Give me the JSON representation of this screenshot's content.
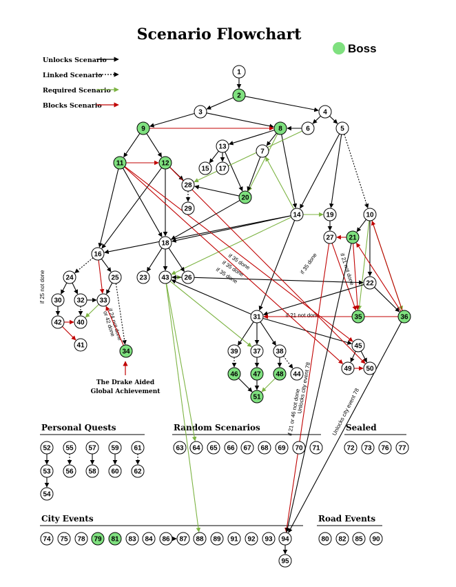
{
  "title": "Scenario Flowchart",
  "boss_legend": "Boss",
  "colors": {
    "black": "#000000",
    "green": "#7cb342",
    "red": "#c00000",
    "boss": "#7fe07f"
  },
  "legend": [
    {
      "label": "Unlocks Scenario",
      "style": "black"
    },
    {
      "label": "Linked Scenario",
      "style": "dotted"
    },
    {
      "label": "Required Scenario",
      "style": "green"
    },
    {
      "label": "Blocks Scenario",
      "style": "red"
    }
  ],
  "sections": {
    "personal_quests": "Personal Quests",
    "random_scenarios": "Random Scenarios",
    "sealed": "Sealed",
    "city_events": "City Events",
    "road_events": "Road Events"
  },
  "note": [
    "The Drake Aided",
    "Global Achievement"
  ],
  "edge_labels": [
    "if 35 done",
    "if 35 done",
    "if 35 done",
    "if 35 done",
    "if 21 not done",
    "if 21 not done",
    "if 25 not done",
    "if 24 not done",
    "or 42 done",
    "if 21 or 46 not done",
    "Unlocks city event  78",
    "Unlocks city event  78"
  ],
  "nodes": [
    {
      "id": "1",
      "boss": false
    },
    {
      "id": "2",
      "boss": true
    },
    {
      "id": "3",
      "boss": false
    },
    {
      "id": "4",
      "boss": false
    },
    {
      "id": "5",
      "boss": false
    },
    {
      "id": "6",
      "boss": false
    },
    {
      "id": "7",
      "boss": false
    },
    {
      "id": "8",
      "boss": true
    },
    {
      "id": "9",
      "boss": true
    },
    {
      "id": "10",
      "boss": false
    },
    {
      "id": "11",
      "boss": true
    },
    {
      "id": "12",
      "boss": true
    },
    {
      "id": "13",
      "boss": false
    },
    {
      "id": "14",
      "boss": false
    },
    {
      "id": "15",
      "boss": false
    },
    {
      "id": "16",
      "boss": false
    },
    {
      "id": "17",
      "boss": false
    },
    {
      "id": "18",
      "boss": false
    },
    {
      "id": "19",
      "boss": false
    },
    {
      "id": "20",
      "boss": true
    },
    {
      "id": "21",
      "boss": true
    },
    {
      "id": "22",
      "boss": false
    },
    {
      "id": "23",
      "boss": false
    },
    {
      "id": "24",
      "boss": false
    },
    {
      "id": "25",
      "boss": false
    },
    {
      "id": "26",
      "boss": false
    },
    {
      "id": "27",
      "boss": false
    },
    {
      "id": "28",
      "boss": false
    },
    {
      "id": "29",
      "boss": false
    },
    {
      "id": "30",
      "boss": false
    },
    {
      "id": "31",
      "boss": false
    },
    {
      "id": "32",
      "boss": false
    },
    {
      "id": "33",
      "boss": false
    },
    {
      "id": "34",
      "boss": true
    },
    {
      "id": "35",
      "boss": true
    },
    {
      "id": "36",
      "boss": true
    },
    {
      "id": "37",
      "boss": false
    },
    {
      "id": "38",
      "boss": false
    },
    {
      "id": "39",
      "boss": false
    },
    {
      "id": "40",
      "boss": false
    },
    {
      "id": "41",
      "boss": false
    },
    {
      "id": "42",
      "boss": false
    },
    {
      "id": "43",
      "boss": false
    },
    {
      "id": "44",
      "boss": false
    },
    {
      "id": "45",
      "boss": false
    },
    {
      "id": "46",
      "boss": true
    },
    {
      "id": "47",
      "boss": true
    },
    {
      "id": "48",
      "boss": true
    },
    {
      "id": "49",
      "boss": false
    },
    {
      "id": "50",
      "boss": false
    },
    {
      "id": "51",
      "boss": true
    },
    {
      "id": "52",
      "boss": false
    },
    {
      "id": "53",
      "boss": false
    },
    {
      "id": "54",
      "boss": false
    },
    {
      "id": "55",
      "boss": false
    },
    {
      "id": "56",
      "boss": false
    },
    {
      "id": "57",
      "boss": false
    },
    {
      "id": "58",
      "boss": false
    },
    {
      "id": "59",
      "boss": false
    },
    {
      "id": "60",
      "boss": false
    },
    {
      "id": "61",
      "boss": false
    },
    {
      "id": "62",
      "boss": false
    },
    {
      "id": "63",
      "boss": false
    },
    {
      "id": "64",
      "boss": false
    },
    {
      "id": "65",
      "boss": false
    },
    {
      "id": "66",
      "boss": false
    },
    {
      "id": "67",
      "boss": false
    },
    {
      "id": "68",
      "boss": false
    },
    {
      "id": "69",
      "boss": false
    },
    {
      "id": "70",
      "boss": false
    },
    {
      "id": "71",
      "boss": false
    },
    {
      "id": "72",
      "boss": false
    },
    {
      "id": "73",
      "boss": false
    },
    {
      "id": "76",
      "boss": false
    },
    {
      "id": "77",
      "boss": false
    },
    {
      "id": "74",
      "boss": false
    },
    {
      "id": "75",
      "boss": false
    },
    {
      "id": "78",
      "boss": false
    },
    {
      "id": "79",
      "boss": true
    },
    {
      "id": "81",
      "boss": true
    },
    {
      "id": "83",
      "boss": false
    },
    {
      "id": "84",
      "boss": false
    },
    {
      "id": "86",
      "boss": false
    },
    {
      "id": "87",
      "boss": false
    },
    {
      "id": "88",
      "boss": false
    },
    {
      "id": "89",
      "boss": false
    },
    {
      "id": "91",
      "boss": false
    },
    {
      "id": "92",
      "boss": false
    },
    {
      "id": "93",
      "boss": false
    },
    {
      "id": "94",
      "boss": false
    },
    {
      "id": "95",
      "boss": false
    },
    {
      "id": "80",
      "boss": false
    },
    {
      "id": "82",
      "boss": false
    },
    {
      "id": "85",
      "boss": false
    },
    {
      "id": "90",
      "boss": false
    }
  ],
  "edges": [
    {
      "from": "1",
      "to": "2",
      "type": "black"
    },
    {
      "from": "2",
      "to": "3",
      "type": "black"
    },
    {
      "from": "2",
      "to": "4",
      "type": "black"
    },
    {
      "from": "3",
      "to": "9",
      "type": "black"
    },
    {
      "from": "3",
      "to": "8",
      "type": "black"
    },
    {
      "from": "9",
      "to": "8",
      "type": "red"
    },
    {
      "from": "9",
      "to": "11",
      "type": "black"
    },
    {
      "from": "9",
      "to": "12",
      "type": "black"
    },
    {
      "from": "11",
      "to": "12",
      "type": "red"
    },
    {
      "from": "4",
      "to": "6",
      "type": "black"
    },
    {
      "from": "4",
      "to": "5",
      "type": "black"
    },
    {
      "from": "6",
      "to": "8",
      "type": "black"
    },
    {
      "from": "8",
      "to": "13",
      "type": "black"
    },
    {
      "from": "8",
      "to": "7",
      "type": "black"
    },
    {
      "from": "8",
      "to": "20",
      "type": "green"
    },
    {
      "from": "8",
      "to": "14",
      "type": "black"
    },
    {
      "from": "13",
      "to": "15",
      "type": "black"
    },
    {
      "from": "13",
      "to": "17",
      "type": "black"
    },
    {
      "from": "13",
      "to": "20",
      "type": "black"
    },
    {
      "from": "7",
      "to": "20",
      "type": "black"
    },
    {
      "from": "20",
      "to": "28",
      "type": "black"
    },
    {
      "from": "6",
      "to": "28",
      "type": "green"
    },
    {
      "from": "12",
      "to": "28",
      "type": "black"
    },
    {
      "from": "28",
      "to": "29",
      "type": "dotted"
    },
    {
      "from": "20",
      "to": "18",
      "type": "black"
    },
    {
      "from": "12",
      "to": "18",
      "type": "black"
    },
    {
      "from": "12",
      "to": "16",
      "type": "black"
    },
    {
      "from": "11",
      "to": "16",
      "type": "black"
    },
    {
      "from": "11",
      "to": "18",
      "type": "black"
    },
    {
      "from": "5",
      "to": "14",
      "type": "black"
    },
    {
      "from": "5",
      "to": "19",
      "type": "black"
    },
    {
      "from": "5",
      "to": "10",
      "type": "dotted"
    },
    {
      "from": "14",
      "to": "7",
      "type": "green"
    },
    {
      "from": "14",
      "to": "19",
      "type": "green"
    },
    {
      "from": "14",
      "to": "16",
      "type": "black"
    },
    {
      "from": "14",
      "to": "18",
      "type": "black"
    },
    {
      "from": "14",
      "to": "43",
      "type": "green"
    },
    {
      "from": "14",
      "to": "31",
      "type": "black"
    },
    {
      "from": "19",
      "to": "27",
      "type": "black"
    },
    {
      "from": "10",
      "to": "21",
      "type": "black"
    },
    {
      "from": "10",
      "to": "22",
      "type": "black"
    },
    {
      "from": "10",
      "to": "36",
      "type": "green"
    },
    {
      "from": "10",
      "to": "35",
      "type": "green"
    },
    {
      "from": "21",
      "to": "27",
      "type": "red"
    },
    {
      "from": "27",
      "to": "35",
      "type": "red"
    },
    {
      "from": "21",
      "to": "35",
      "type": "red"
    },
    {
      "from": "36",
      "to": "21",
      "type": "red"
    },
    {
      "from": "36",
      "to": "10",
      "type": "red"
    },
    {
      "from": "22",
      "to": "36",
      "type": "black"
    },
    {
      "from": "22",
      "to": "31",
      "type": "black"
    },
    {
      "from": "35",
      "to": "31",
      "type": "red"
    },
    {
      "from": "36",
      "to": "31",
      "type": "red"
    },
    {
      "from": "18",
      "to": "23",
      "type": "black"
    },
    {
      "from": "18",
      "to": "43",
      "type": "black"
    },
    {
      "from": "18",
      "to": "26",
      "type": "black"
    },
    {
      "from": "43",
      "to": "26",
      "type": "green"
    },
    {
      "from": "26",
      "to": "22",
      "type": "black"
    },
    {
      "from": "31",
      "to": "43",
      "type": "black"
    },
    {
      "from": "31",
      "to": "39",
      "type": "black"
    },
    {
      "from": "31",
      "to": "37",
      "type": "black"
    },
    {
      "from": "31",
      "to": "38",
      "type": "black"
    },
    {
      "from": "31",
      "to": "45",
      "type": "black"
    },
    {
      "from": "43",
      "to": "37",
      "type": "green"
    },
    {
      "from": "39",
      "to": "46",
      "type": "dotted"
    },
    {
      "from": "37",
      "to": "47",
      "type": "black"
    },
    {
      "from": "38",
      "to": "48",
      "type": "black"
    },
    {
      "from": "38",
      "to": "44",
      "type": "dotted"
    },
    {
      "from": "46",
      "to": "51",
      "type": "black"
    },
    {
      "from": "47",
      "to": "51",
      "type": "black"
    },
    {
      "from": "48",
      "to": "51",
      "type": "green"
    },
    {
      "from": "45",
      "to": "49",
      "type": "black"
    },
    {
      "from": "45",
      "to": "50",
      "type": "black"
    },
    {
      "from": "49",
      "to": "50",
      "type": "red"
    },
    {
      "from": "11",
      "to": "49",
      "type": "red"
    },
    {
      "from": "11",
      "to": "45",
      "type": "red"
    },
    {
      "from": "12",
      "to": "50",
      "type": "red"
    },
    {
      "from": "16",
      "to": "24",
      "type": "dotted"
    },
    {
      "from": "16",
      "to": "25",
      "type": "black"
    },
    {
      "from": "16",
      "to": "33",
      "type": "red"
    },
    {
      "from": "24",
      "to": "30",
      "type": "black"
    },
    {
      "from": "24",
      "to": "32",
      "type": "black"
    },
    {
      "from": "25",
      "to": "33",
      "type": "black"
    },
    {
      "from": "25",
      "to": "34",
      "type": "dotted"
    },
    {
      "from": "30",
      "to": "42",
      "type": "black"
    },
    {
      "from": "32",
      "to": "33",
      "type": "black"
    },
    {
      "from": "32",
      "to": "40",
      "type": "dotted"
    },
    {
      "from": "42",
      "to": "40",
      "type": "red"
    },
    {
      "from": "42",
      "to": "41",
      "type": "red"
    },
    {
      "from": "33",
      "to": "40",
      "type": "green"
    },
    {
      "from": "34",
      "to": "33",
      "type": "red"
    },
    {
      "from": "26",
      "to": "43",
      "type": "black"
    },
    {
      "from": "43",
      "to": "64",
      "type": "green"
    },
    {
      "from": "43",
      "to": "88",
      "type": "green"
    },
    {
      "from": "27",
      "to": "94",
      "type": "red"
    },
    {
      "from": "21",
      "to": "94",
      "type": "black"
    },
    {
      "from": "36",
      "to": "94",
      "type": "black"
    },
    {
      "from": "52",
      "to": "53",
      "type": "black"
    },
    {
      "from": "53",
      "to": "54",
      "type": "black"
    },
    {
      "from": "55",
      "to": "56",
      "type": "dotted"
    },
    {
      "from": "57",
      "to": "58",
      "type": "black"
    },
    {
      "from": "59",
      "to": "60",
      "type": "black"
    },
    {
      "from": "61",
      "to": "62",
      "type": "dotted"
    },
    {
      "from": "86",
      "to": "87",
      "type": "black"
    },
    {
      "from": "94",
      "to": "95",
      "type": "black"
    }
  ]
}
